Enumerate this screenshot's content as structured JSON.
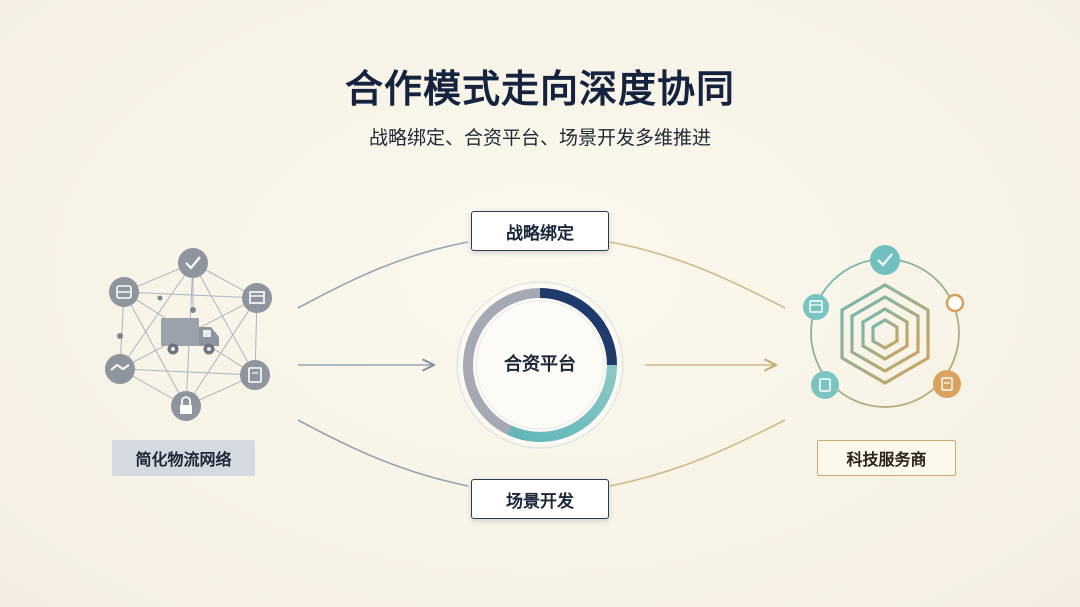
{
  "header": {
    "title": "合作模式走向深度协同",
    "subtitle": "战略绑定、合资平台、场景开发多维推进"
  },
  "diagram": {
    "left_node": {
      "label": "简化物流网络"
    },
    "right_node": {
      "label": "科技服务商"
    },
    "center": {
      "label": "合资平台"
    },
    "top_mode": {
      "label": "战略绑定"
    },
    "bottom_mode": {
      "label": "场景开发"
    }
  },
  "colors": {
    "navy": "#1f3a6b",
    "teal": "#5fb6b9",
    "gray": "#9aa0ab",
    "gold": "#c9aa72",
    "right_orange": "#d99f58"
  },
  "icons": {
    "left_hub": "truck-icon",
    "left_satellites": [
      "shield-check-icon",
      "box-icon",
      "note-icon",
      "lock-icon",
      "handshake-icon",
      "database-icon"
    ],
    "right_hub": "hexagon-cube-icon",
    "right_satellites": [
      "checkmark-icon",
      "ring-icon",
      "document-icon",
      "clipboard-icon",
      "window-icon"
    ]
  }
}
